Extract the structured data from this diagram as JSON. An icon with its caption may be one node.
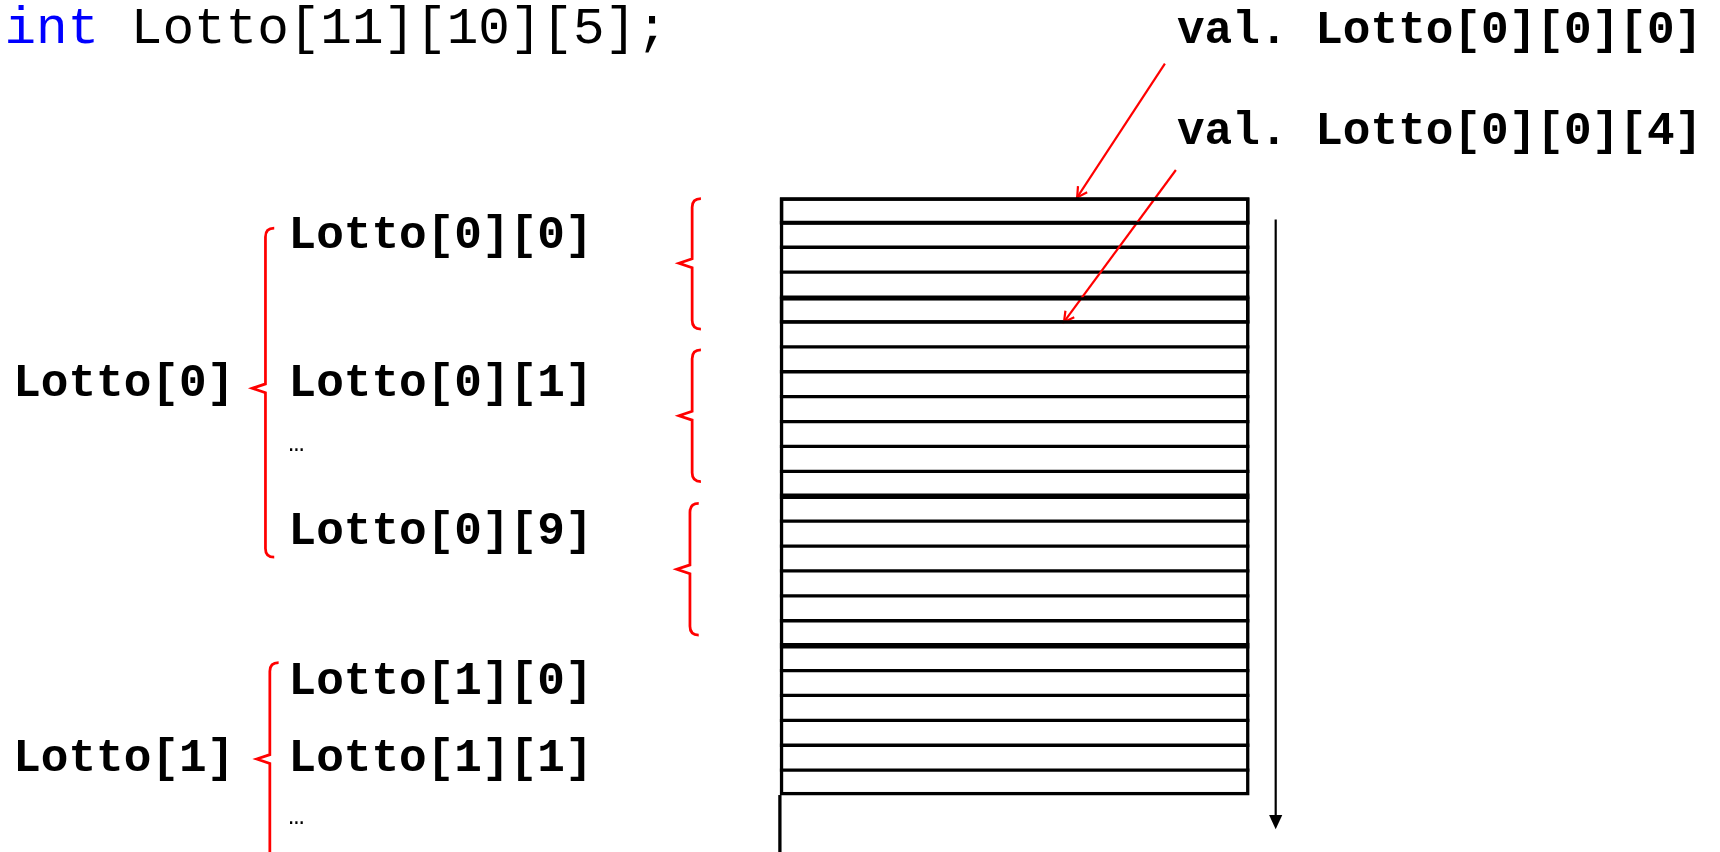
{
  "diagram": {
    "nodes": [
      {
        "text": [
          "val. Lotto[0][0][0]"
        ]
      },
      {
        "text": [
          "val. Lotto[0][0][4]"
        ]
      },
      {
        "text": [],
        "shape": "box"
      },
      {
        "text": [],
        "shape": "box",
        "in": 2
      },
      {
        "text": [],
        "shape": "box",
        "in": 2
      }
    ],
    "edges": [
      {
        "from": 0,
        "to": 3,
        "arrow": "to"
      },
      {
        "from": 1,
        "to": 4,
        "arrow": "to"
      }
    ],
    "labels": [
      "int Lotto[11][10][5];",
      "Lotto[0][0]",
      "Lotto[0]",
      "Lotto[0][1]",
      "…",
      "Lotto[0][9]",
      "Lotto[1][0]",
      "Lotto[1]",
      "Lotto[1][1]",
      "…"
    ]
  }
}
